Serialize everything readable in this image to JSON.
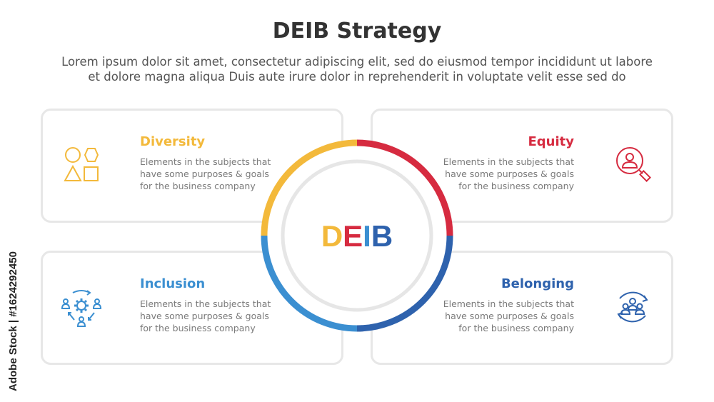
{
  "header": {
    "title": "DEIB Strategy",
    "subtitle_line1": "Lorem ipsum dolor sit amet, consectetur adipiscing elit, sed do eiusmod tempor incididunt ut labore",
    "subtitle_line2": "et dolore magna aliqua Duis aute irure dolor in reprehenderit in voluptate velit esse sed do"
  },
  "center": {
    "letters": [
      {
        "char": "D",
        "color": "#f3b93b"
      },
      {
        "char": "E",
        "color": "#d62b40"
      },
      {
        "char": "I",
        "color": "#3b8fd1"
      },
      {
        "char": "B",
        "color": "#2e62ad"
      }
    ]
  },
  "cards": {
    "diversity": {
      "title": "Diversity",
      "color": "#f3b93b",
      "icon": "shapes-icon",
      "desc": [
        "Elements in the subjects that",
        "have  some purposes & goals",
        "for the  business company"
      ]
    },
    "equity": {
      "title": "Equity",
      "color": "#d62b40",
      "icon": "person-magnifier-icon",
      "desc": [
        "Elements in the subjects that",
        "have  some purposes & goals",
        "for the  business company"
      ]
    },
    "inclusion": {
      "title": "Inclusion",
      "color": "#3b8fd1",
      "icon": "people-gear-cycle-icon",
      "desc": [
        "Elements in the subjects that",
        "have  some purposes & goals",
        "for the  business company"
      ]
    },
    "belonging": {
      "title": "Belonging",
      "color": "#2e62ad",
      "icon": "group-cycle-icon",
      "desc": [
        "Elements in the subjects that",
        "have  some purposes & goals",
        "for the  business company"
      ]
    }
  },
  "watermark": {
    "text": "Adobe Stock | #1624292450"
  }
}
